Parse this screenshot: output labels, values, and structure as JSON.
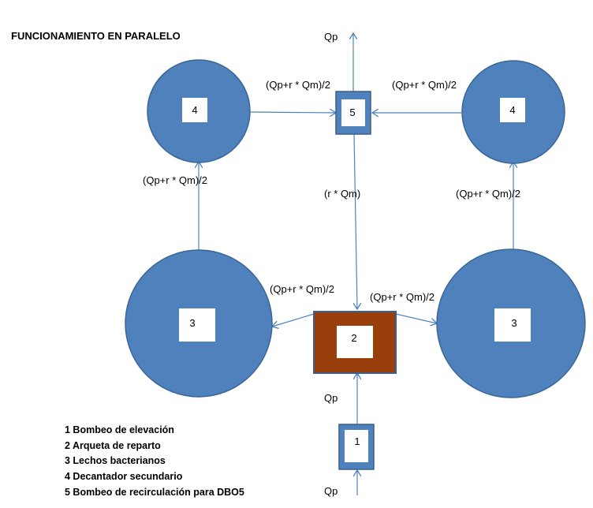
{
  "title": "FUNCIONAMIENTO EN PARALELO",
  "nodes": {
    "pump_elevation": "1",
    "distribution_box": "2",
    "bacterial_bed_left": "3",
    "bacterial_bed_right": "3",
    "secondary_settler_left": "4",
    "secondary_settler_right": "4",
    "recirculation_pump": "5"
  },
  "flows": {
    "qp_outlet_top": "Qp",
    "qp_inlet_bottom": "Qp",
    "qp_to_distribution": "Qp",
    "recirculation": "(r * Qm)",
    "left_settler_to_pump": "(Qp+r * Qm)/2",
    "right_settler_to_pump": "(Qp+r * Qm)/2",
    "left_bed_to_settler": "(Qp+r * Qm)/2",
    "right_bed_to_settler": "(Qp+r * Qm)/2",
    "distribution_to_left_bed": "(Qp+r * Qm)/2",
    "distribution_to_right_bed": "(Qp+r * Qm)/2"
  },
  "legend": [
    "1 Bombeo de elevación",
    "2 Arqueta de reparto",
    "3 Lechos bacterianos",
    "4 Decantador secundario",
    "5 Bombeo de recirculación para DBO5"
  ],
  "colors": {
    "circle_fill": "#4f81bd",
    "circle_stroke": "#3a6595",
    "distribution_fill": "#983f0b",
    "distribution_stroke": "#3a5f8a",
    "arrow": "#4f81bd"
  }
}
